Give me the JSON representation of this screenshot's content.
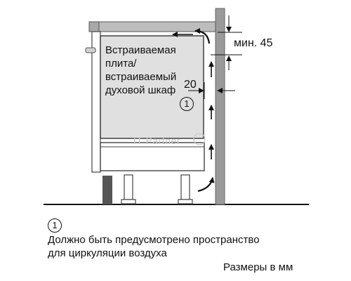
{
  "appliance_label": [
    "Встраиваемая",
    "плита/",
    "встраиваемый",
    "духовой шкаф"
  ],
  "dimensions": {
    "gap_top": "мин. 45",
    "gap_side": "20"
  },
  "callout_number": "1",
  "watermark": "IT Partner",
  "legend": {
    "number": "1",
    "lines": [
      "Должно быть предусмотрено пространство",
      "для циркуляции воздуха"
    ]
  },
  "units_note": "Размеры в мм"
}
